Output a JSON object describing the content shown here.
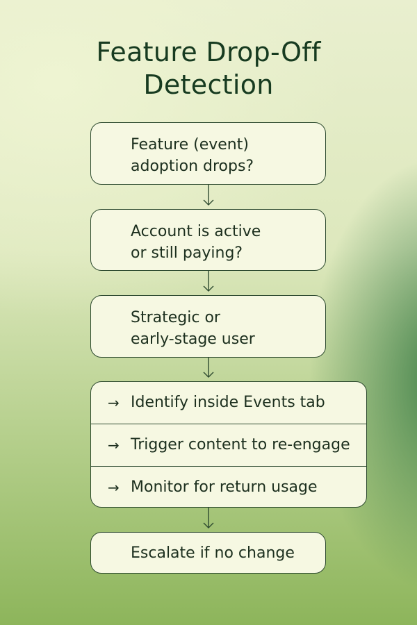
{
  "title": {
    "line1": "Feature Drop-Off",
    "line2": "Detection"
  },
  "nodes": [
    {
      "lines": [
        "Feature (event)",
        "adoption drops?"
      ]
    },
    {
      "lines": [
        "Account is active",
        "or still paying?"
      ]
    },
    {
      "lines": [
        "Strategic or",
        "early-stage user"
      ]
    }
  ],
  "actions": [
    {
      "arrow": "→",
      "text": "Identify inside Events tab"
    },
    {
      "arrow": "→",
      "text": "Trigger content to re-engage"
    },
    {
      "arrow": "→",
      "text": "Monitor for return usage"
    }
  ],
  "final_node": {
    "text": "Escalate if no change"
  },
  "colors": {
    "box_fill": "#f6f8e2",
    "box_border": "#2d4a2f",
    "title_color": "#173b20",
    "text_color": "#1c2f1e"
  }
}
